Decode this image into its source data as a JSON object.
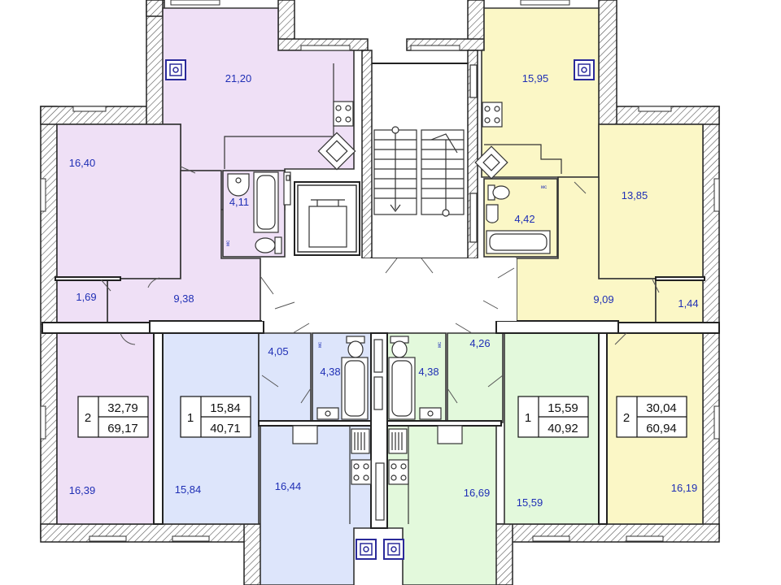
{
  "colors": {
    "purple": "#efe0f6",
    "yellow": "#fbf7c6",
    "blue": "#dde5fb",
    "green": "#e3f9dc",
    "label": "#1f2fb5",
    "wall": "#222222"
  },
  "room_areas": {
    "top_left_kitchen": "21,20",
    "top_left_room": "16,40",
    "top_left_bath": "4,11",
    "top_left_hall": "9,38",
    "top_left_closet": "1,69",
    "top_right_kitchen": "15,95",
    "top_right_room": "13,85",
    "top_right_bath": "4,42",
    "top_right_hall": "9,09",
    "top_right_closet": "1,44",
    "bl_room_a": "16,39",
    "bl_room_b": "15,84",
    "blue_hall": "4,05",
    "blue_bath": "4,38",
    "blue_kitchen": "16,44",
    "green_bath": "4,38",
    "green_hall": "4,26",
    "green_kitchen": "16,69",
    "green_room": "15,59",
    "br_room": "16,19"
  },
  "apartments": [
    {
      "rooms": "2",
      "living": "32,79",
      "total": "69,17"
    },
    {
      "rooms": "1",
      "living": "15,84",
      "total": "40,71"
    },
    {
      "rooms": "1",
      "living": "15,59",
      "total": "40,92"
    },
    {
      "rooms": "2",
      "living": "30,04",
      "total": "60,94"
    }
  ],
  "icons": [
    "ventilation-shaft-icon",
    "stairs-icon",
    "elevator-icon",
    "stove-icon",
    "sink-icon",
    "toilet-icon",
    "bathtub-icon"
  ],
  "fixture_label": "мс"
}
